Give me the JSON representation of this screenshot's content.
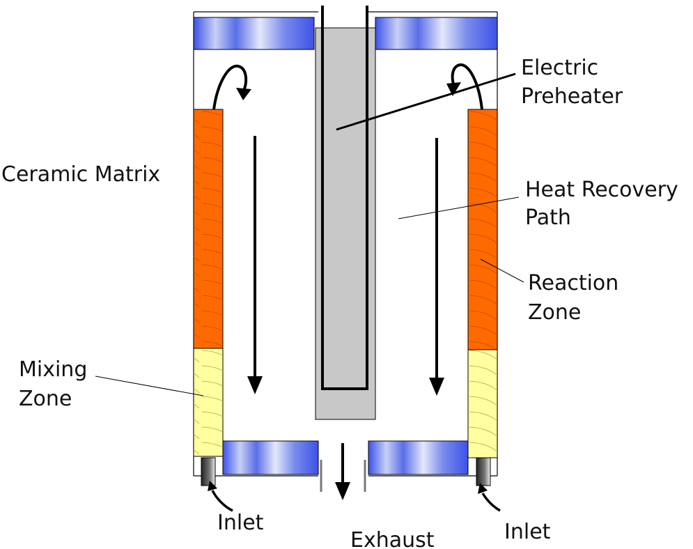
{
  "labels": {
    "ceramic_matrix": "Ceramic Matrix",
    "electric_preheater": [
      "Electric",
      "Preheater"
    ],
    "heat_recovery_path": [
      "Heat Recovery",
      "Path"
    ],
    "reaction_zone": [
      "Reaction",
      "Zone"
    ],
    "mixing_zone": [
      "Mixing",
      "Zone"
    ],
    "inlet_left": "Inlet",
    "inlet_right": "Inlet",
    "exhaust": "Exhaust"
  },
  "colors": {
    "reaction_zone": "#ff6a00",
    "mixing_zone": "#ffffa0",
    "insulation_dark": "#3d52e8",
    "insulation_light": "#c7d0f5",
    "preheater": "#c8c8c8",
    "outline": "#000000"
  }
}
